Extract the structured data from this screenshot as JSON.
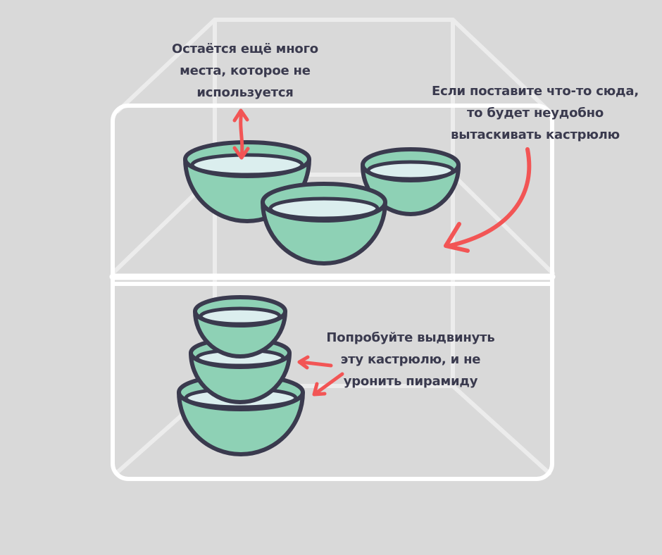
{
  "annotations": {
    "top": [
      "Остаётся ещё много",
      "места, которое не",
      "используется"
    ],
    "right": [
      "Если поставите что-то сюда,",
      "то будет неудобно",
      "вытаскивать кастрюлю"
    ],
    "bottom": [
      "Попробуйте выдвинуть",
      "эту кастрюлю, и не",
      "уронить пирамиду"
    ]
  },
  "colors": {
    "background": "#d9d9d9",
    "frame": "#ffffff",
    "frame_back": "#ececec",
    "bowl_fill": "#8ed1b5",
    "bowl_inner": "#dbeeee",
    "outline": "#3a3a4e",
    "arrow": "#f25555",
    "text": "#3a3a4e"
  }
}
